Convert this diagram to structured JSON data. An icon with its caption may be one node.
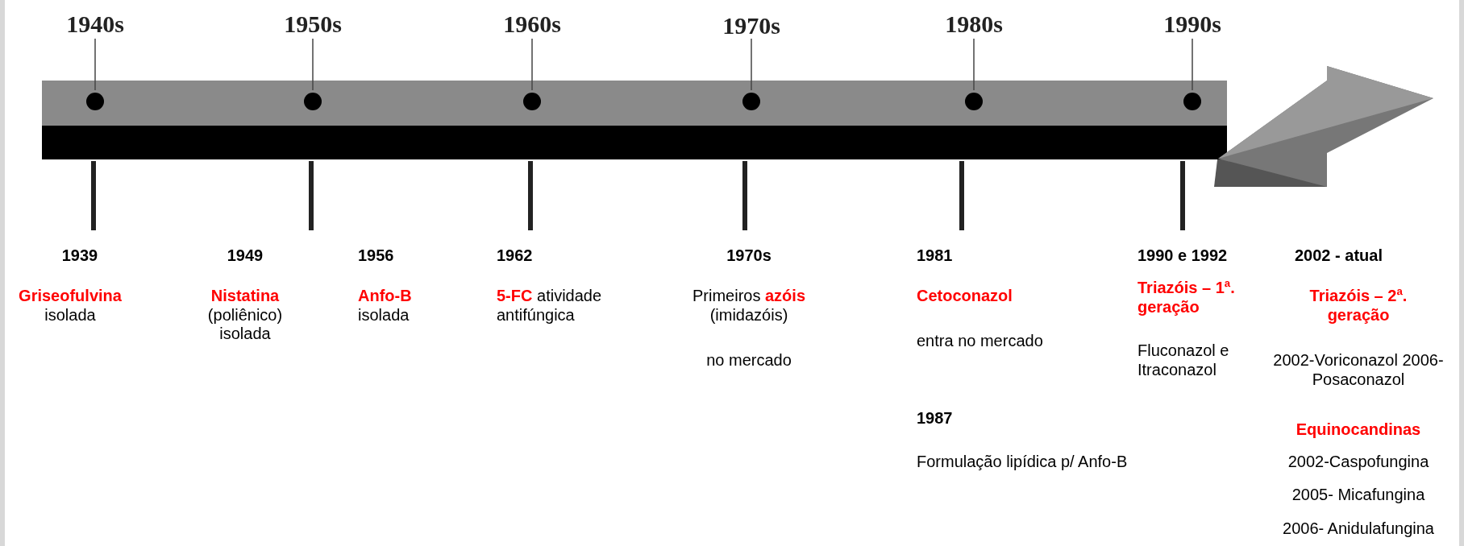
{
  "diagram": {
    "labels": [
      "1940s",
      "1950s",
      "1960s",
      "1970s",
      "1980s",
      "1990s",
      "1939",
      "**Griseofulvina** isolada",
      "1949",
      "**Nistatina** (poliênico) isolada",
      "1956",
      "**Anfo-B** isolada",
      "1962",
      "**5-FC** atividade antifúngica",
      "1970s",
      "Primeiros **azóis** (imidazóis)",
      "no mercado",
      "1981",
      "Cetoconazol",
      "entra no mercado",
      "1987",
      "Formulação lipídica p/ Anfo-B",
      "1990 e 1992",
      "Triazóis – 1ª. geração",
      "Fluconazol e Itraconazol",
      "2002 - atual",
      "Triazóis – 2ª. geração",
      "2002-Voriconazol 2006-Posaconazol",
      "Equinocandinas",
      "2002-Caspofungina",
      "2005- Micafungina",
      "2006- Anidulafungina"
    ]
  }
}
